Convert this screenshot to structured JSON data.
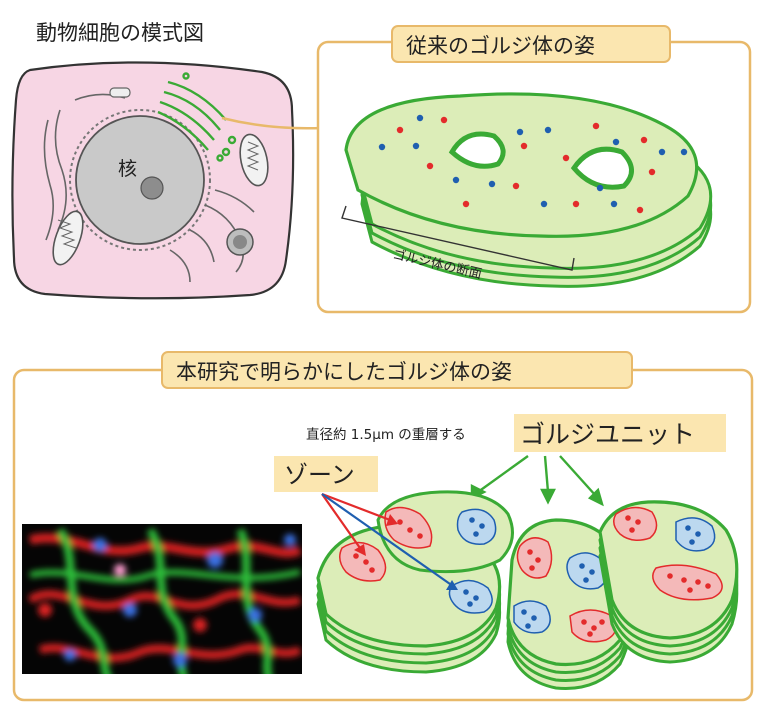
{
  "cell": {
    "title": "動物細胞の模式図",
    "nucleus_label": "核"
  },
  "conventional": {
    "title": "従来のゴルジ体の姿",
    "section_label": "ゴルジ体の断面"
  },
  "study": {
    "title": "本研究で明らかにしたゴルジ体の姿",
    "unit_caption": "直径約 1.5μm の重層する",
    "unit_label": "ゴルジユニット",
    "zone_label": "ゾーン"
  },
  "colors": {
    "cell_fill": "#f7d6e4",
    "golgi_green": "#3aaa35",
    "golgi_fill": "#dcedb8",
    "panel_border": "#e8b96a",
    "label_bg": "#fbe6b0",
    "red_dot": "#e32b2b",
    "blue_dot": "#1f5fb0",
    "zone_red": "#f4b9b9",
    "zone_blue": "#bcd8ef"
  }
}
